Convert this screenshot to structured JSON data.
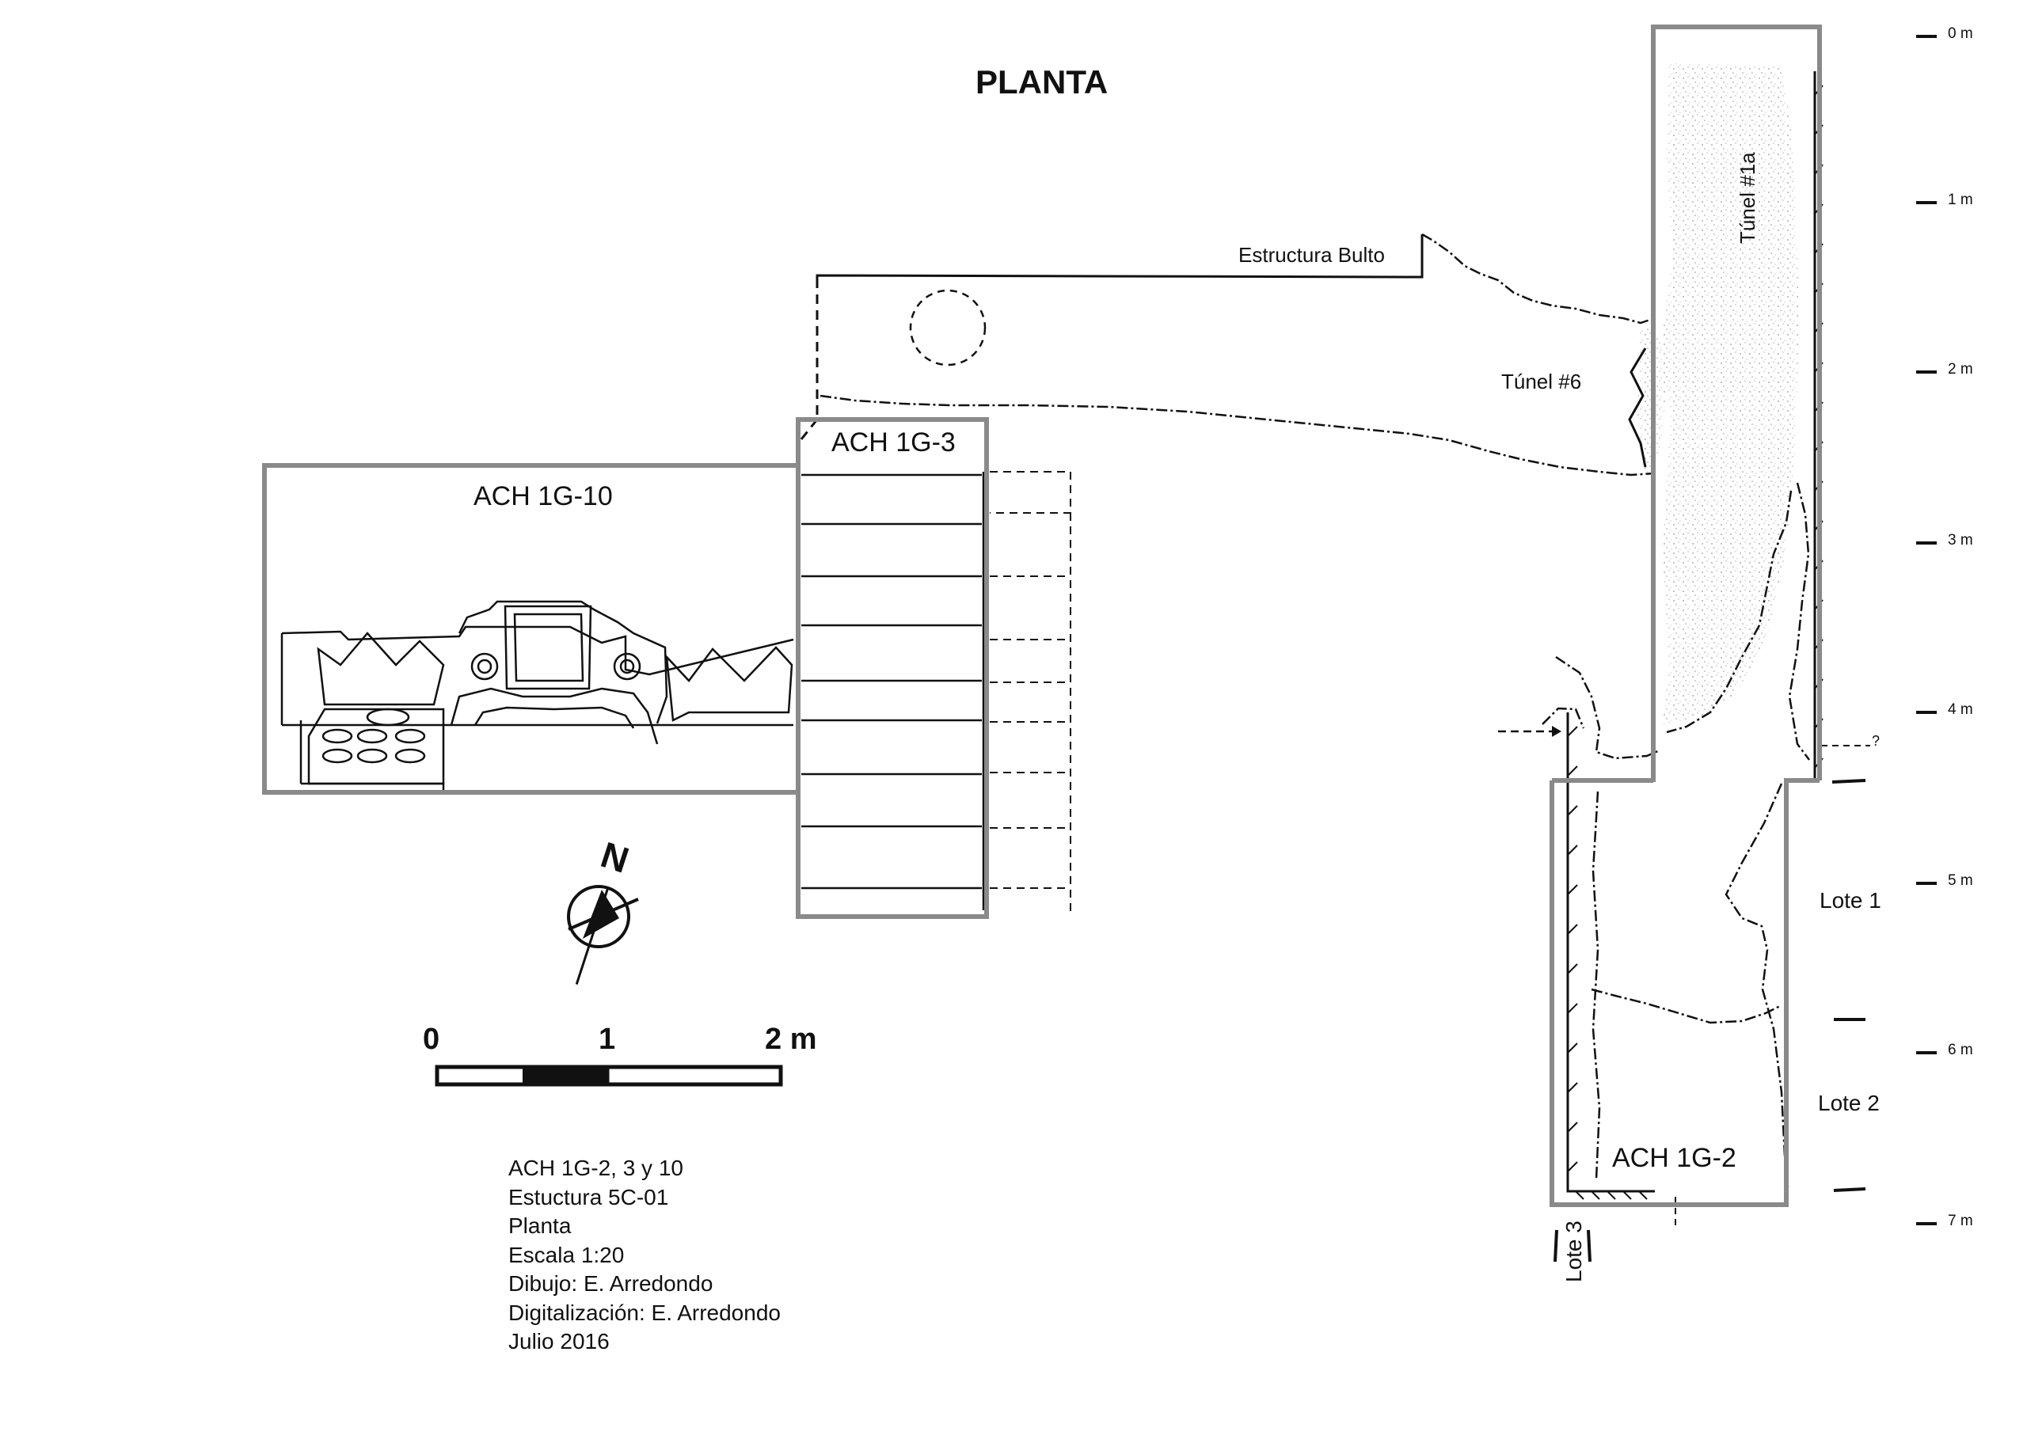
{
  "title": "PLANTA",
  "units": [
    {
      "id": "ach-1g-10",
      "label": "ACH 1G-10"
    },
    {
      "id": "ach-1g-3",
      "label": "ACH 1G-3"
    },
    {
      "id": "ach-1g-2",
      "label": "ACH 1G-2"
    }
  ],
  "features": {
    "estructura": "Estructura Bulto",
    "tunel6": "Túnel #6",
    "tunel1a": "Túnel #1a",
    "question_mark": "?"
  },
  "lotes": {
    "lote1": "Lote 1",
    "lote2": "Lote 2",
    "lote3": "Lote 3"
  },
  "depth_scale": [
    "0 m",
    "1 m",
    "2 m",
    "3 m",
    "4 m",
    "5 m",
    "6 m",
    "7 m"
  ],
  "scale_bar": {
    "zero": "0",
    "one": "1",
    "two": "2 m"
  },
  "north_label": "N",
  "credits": [
    "ACH 1G-2, 3 y 10",
    "Estuctura 5C-01",
    "Planta",
    "Escala 1:20",
    "Dibujo: E. Arredondo",
    "Digitalización: E. Arredondo",
    "Julio 2016"
  ],
  "colors": {
    "unit_outline": "#8a8a8a",
    "ink": "#111111",
    "stipple": "#c8c8c8"
  }
}
